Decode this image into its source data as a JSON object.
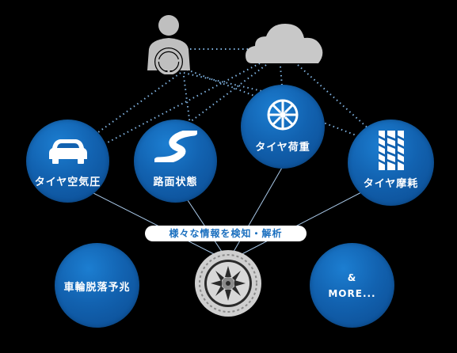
{
  "features": {
    "tire_pressure": "タイヤ空気圧",
    "road_condition": "路面状態",
    "tire_load": "タイヤ荷重",
    "tire_wear": "タイヤ摩耗",
    "wheel_detachment": "車輪脱落予兆",
    "more_line1": "&",
    "more_line2": "MORE..."
  },
  "center_label": "様々な情報を検知・解析",
  "icons": {
    "driver": "driver-icon",
    "cloud": "cloud-icon",
    "car": "car-icon",
    "road": "road-icon",
    "wheel": "wheel-icon",
    "tread": "tread-icon",
    "tire": "tire-icon"
  },
  "colors": {
    "circle": "#1262b0",
    "pill_text": "#1a6fbf",
    "icon_gray": "#bfbfbf",
    "background": "#000000"
  }
}
